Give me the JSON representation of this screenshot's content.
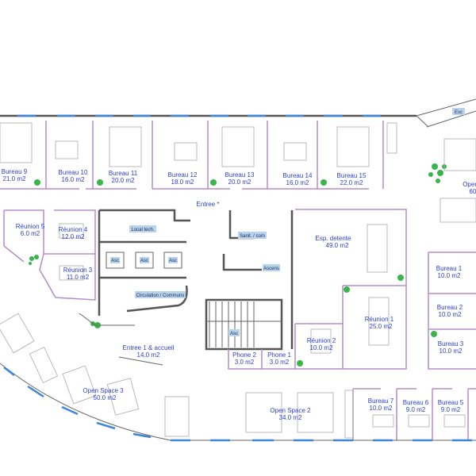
{
  "plan": {
    "colors": {
      "label": "#2c3fd0",
      "partition": "#b68cc8",
      "window": "#3c86d8",
      "plant": "#3ab54a",
      "tag": "#b9d4ea"
    },
    "rooms": {
      "bureau9": {
        "name": "Bureau 9",
        "area": "21.0 m2"
      },
      "bureau10": {
        "name": "Bureau 10",
        "area": "16.0 m2"
      },
      "bureau11": {
        "name": "Bureau 11",
        "area": "20.0 m2"
      },
      "bureau12": {
        "name": "Bureau 12",
        "area": "18.0 m2"
      },
      "bureau13": {
        "name": "Bureau 13",
        "area": "20.0 m2"
      },
      "bureau14": {
        "name": "Bureau 14",
        "area": "16.0 m2"
      },
      "bureau15": {
        "name": "Bureau 15",
        "area": "22.0 m2"
      },
      "openspace1": {
        "name": "Open",
        "area": "60"
      },
      "reunion5": {
        "name": "Réunion 5",
        "area": "6.0 m2"
      },
      "reunion4": {
        "name": "Réunion 4",
        "area": "12.0 m2"
      },
      "reunion3": {
        "name": "Réunion 3",
        "area": "11.0 m2"
      },
      "espdetente": {
        "name": "Esp. detente",
        "area": "49.0 m2"
      },
      "bureau1": {
        "name": "Bureau 1",
        "area": "10.0 m2"
      },
      "bureau2": {
        "name": "Bureau 2",
        "area": "10.0 m2"
      },
      "bureau3": {
        "name": "Bureau 3",
        "area": "10.0 m2"
      },
      "reunion1": {
        "name": "Réunion 1",
        "area": "25.0 m2"
      },
      "reunion2": {
        "name": "Réunion 2",
        "area": "10.0 m2"
      },
      "phone2": {
        "name": "Phone 2",
        "area": "3.0 m2"
      },
      "phone1": {
        "name": "Phone 1",
        "area": "3.0 m2"
      },
      "entree1": {
        "name": "Entree 1 & accueil",
        "area": "14.0 m2"
      },
      "openspace3": {
        "name": "Open Space 3",
        "area": "50.0 m2"
      },
      "openspace2": {
        "name": "Open Space 2",
        "area": "34.0 m2"
      },
      "bureau7": {
        "name": "Bureau 7",
        "area": "10.0 m2"
      },
      "bureau6": {
        "name": "Bureau 6",
        "area": "9.0 m2"
      },
      "bureau5": {
        "name": "Bureau 5",
        "area": "9.0 m2"
      }
    },
    "tags": {
      "local_tech": "Local tech.",
      "asc": "Asc",
      "circulation": "Circulation / Communs",
      "sanit": "Sanit. / com",
      "ascens": "Ascens",
      "esc": "Esc",
      "asc_stairs": "Asc"
    },
    "entree_top": "Entree *"
  }
}
